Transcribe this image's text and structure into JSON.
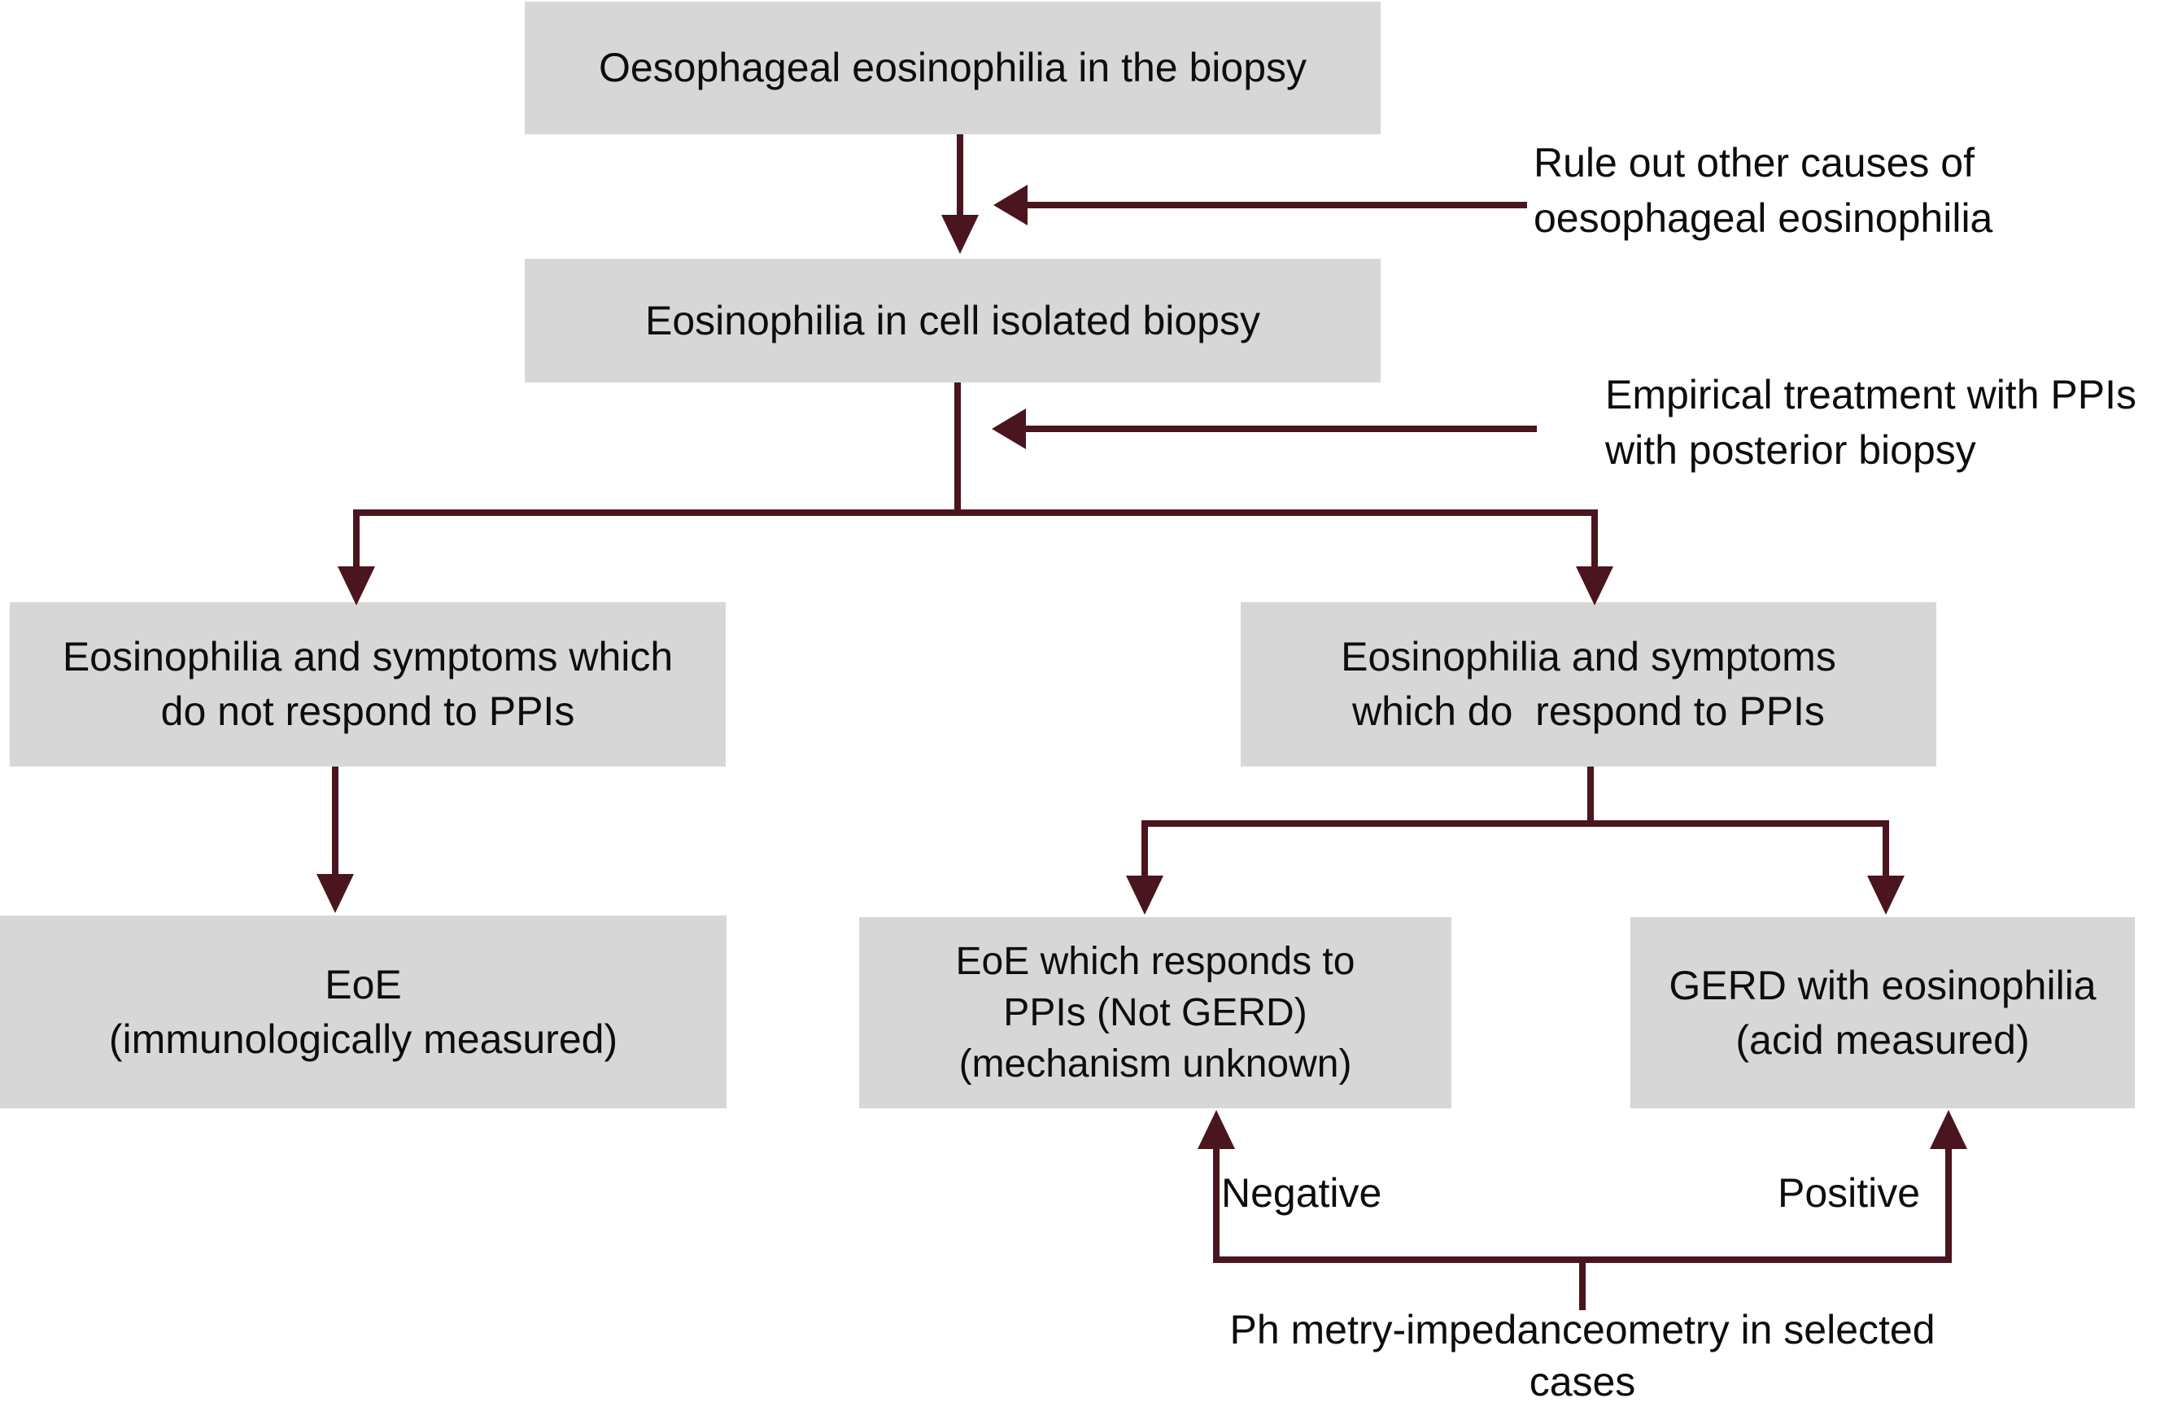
{
  "diagram": {
    "type": "flowchart",
    "topic": "Diagnostic algorithm for oesophageal eosinophilia",
    "colors": {
      "box_fill": "#d7d7d7",
      "arrow": "#4a151e",
      "text": "#0d0d0d",
      "background": "#ffffff"
    },
    "nodes": {
      "oesophageal_biopsy": {
        "lines": [
          "Oesophageal eosinophilia in the biopsy"
        ]
      },
      "cell_isolated": {
        "lines": [
          "Eosinophilia in cell isolated biopsy"
        ]
      },
      "no_respond": {
        "lines": [
          "Eosinophilia and symptoms which",
          "do not respond to PPIs"
        ]
      },
      "respond": {
        "lines": [
          "Eosinophilia and symptoms",
          "which do  respond to PPIs"
        ]
      },
      "eoe": {
        "lines": [
          "EoE",
          "(immunologically measured)"
        ]
      },
      "eoe_ppi": {
        "lines": [
          "EoE which responds to",
          "PPIs (Not GERD)",
          "(mechanism unknown)"
        ]
      },
      "gerd": {
        "lines": [
          "GERD with eosinophilia",
          "(acid measured)"
        ]
      }
    },
    "annotations": {
      "rule_out": {
        "lines": [
          "Rule out other causes of",
          "oesophageal eosinophilia"
        ]
      },
      "empirical": {
        "lines": [
          "Empirical treatment with PPIs",
          "with posterior biopsy"
        ]
      },
      "ph_metry": {
        "lines": [
          "Ph metry-impedanceometry in selected",
          "cases"
        ]
      }
    },
    "edge_labels": {
      "negative": "Negative",
      "positive": "Positive"
    }
  }
}
